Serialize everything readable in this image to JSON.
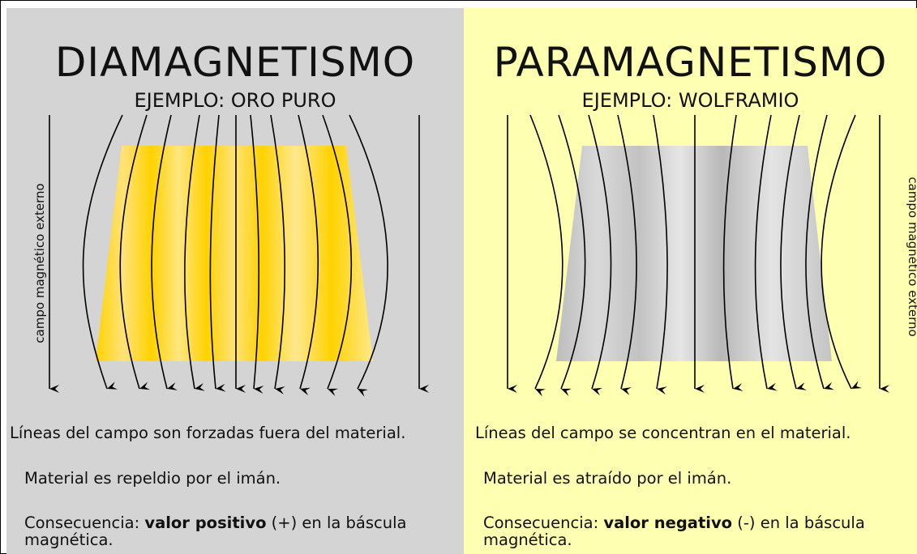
{
  "diamagnetism": {
    "title": "DIAMAGNETISMO",
    "example": "EJEMPLO: ORO PURO",
    "axis_label": "campo magnético externo",
    "line1": "Líneas del campo son forzadas fuera del material.",
    "line2": "Material es repeldio por el imán.",
    "line3_prefix": "Consecuencia: ",
    "line3_bold": "valor positivo",
    "line3_suffix": " (+) en la báscula",
    "line3_cont": "magnética.",
    "material_color": "#ffd200"
  },
  "paramagnetism": {
    "title": "PARAMAGNETISMO",
    "example": "EJEMPLO: WOLFRAMIO",
    "axis_label": "campo magnético externo",
    "line1": "Líneas del campo se concentran en el material.",
    "line2": "Material es atraído por el imán.",
    "line3_prefix": "Consecuencia: ",
    "line3_bold": "valor negativo",
    "line3_suffix": " (-) en la báscula",
    "line3_cont": "magnética.",
    "material_color": "#c8c8c8"
  },
  "colors": {
    "dia_background": "#d4d4d4",
    "para_background": "#ffffb2",
    "field_line": "#000000"
  }
}
